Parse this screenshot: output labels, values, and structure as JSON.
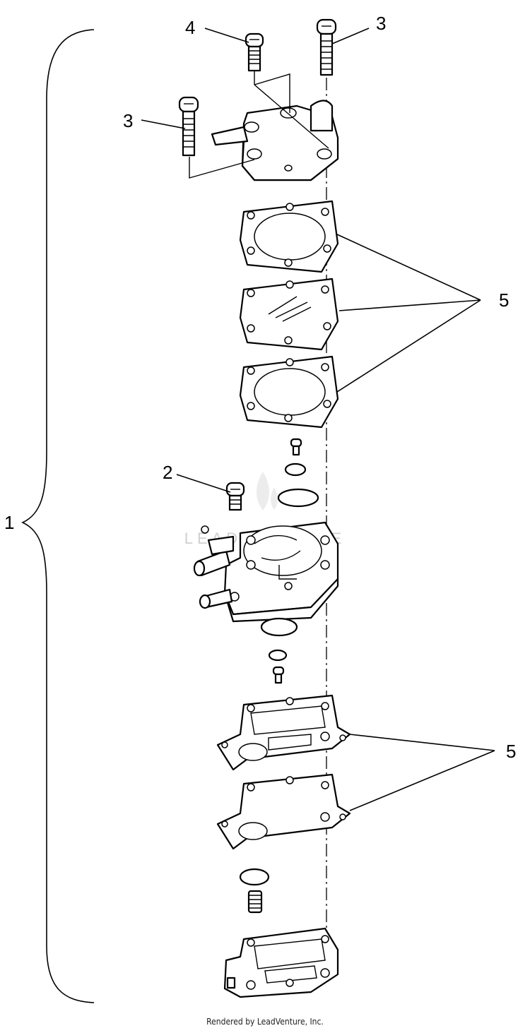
{
  "labels": {
    "assembly": "1",
    "screw_small": "2",
    "screw_long_right": "3",
    "screw_long_left": "3",
    "screw_short_top": "4",
    "gaskets_upper": "5",
    "gaskets_lower": "5"
  },
  "watermark": "LEADVENTURE",
  "footer": "Rendered by LeadVenture, Inc."
}
